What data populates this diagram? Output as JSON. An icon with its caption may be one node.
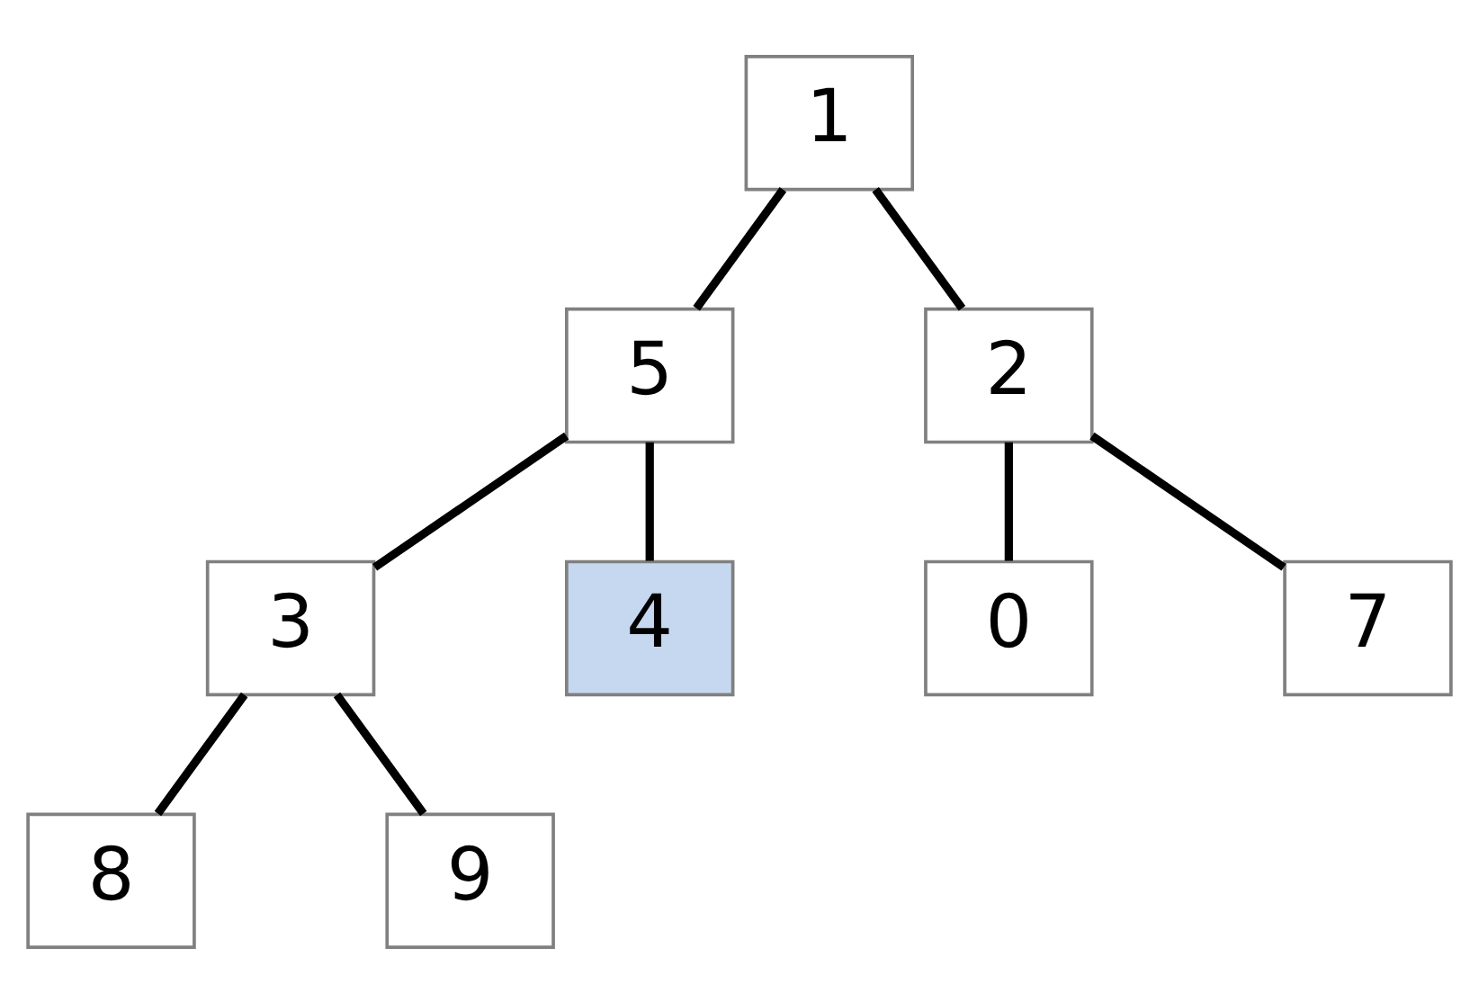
{
  "diagram": {
    "nodes": [
      {
        "text": [
          "1"
        ]
      },
      {
        "text": [
          "5"
        ]
      },
      {
        "text": [
          "2"
        ]
      },
      {
        "text": [
          "3"
        ]
      },
      {
        "text": [
          "4"
        ]
      },
      {
        "text": [
          "0"
        ]
      },
      {
        "text": [
          "7"
        ]
      },
      {
        "text": [
          "8"
        ]
      },
      {
        "text": [
          "9"
        ]
      }
    ],
    "edges": [
      {
        "from": 0,
        "to": 1,
        "arrow": "none"
      },
      {
        "from": 0,
        "to": 2,
        "arrow": "none"
      },
      {
        "from": 1,
        "to": 3,
        "arrow": "none"
      },
      {
        "from": 1,
        "to": 4,
        "arrow": "none"
      },
      {
        "from": 2,
        "to": 5,
        "arrow": "none"
      },
      {
        "from": 2,
        "to": 6,
        "arrow": "none"
      },
      {
        "from": 3,
        "to": 7,
        "arrow": "none"
      },
      {
        "from": 3,
        "to": 8,
        "arrow": "none"
      }
    ]
  }
}
